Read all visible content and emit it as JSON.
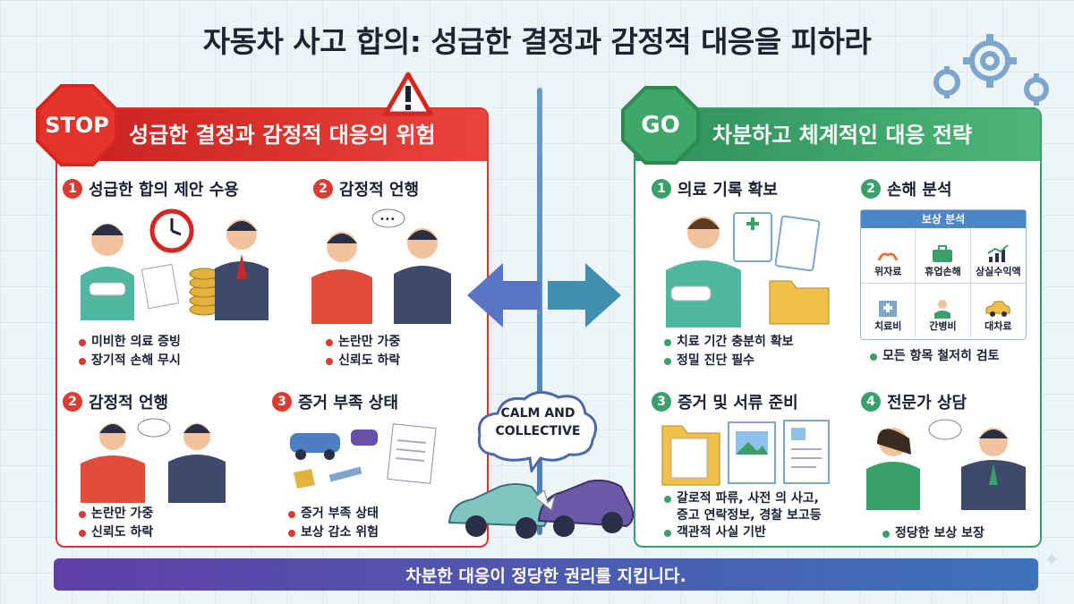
{
  "title": "자동차 사고 합의: 성급한 결정과 감정적 대응을 피하라",
  "left": {
    "badge": "STOP",
    "banner": "성급한 결정과 감정적 대응의 위험",
    "sections": [
      {
        "num": "1",
        "label": "성급한 합의 제안 수용",
        "bullets": [
          "미비한 의료 증빙",
          "장기적 손해 무시"
        ]
      },
      {
        "num": "2",
        "label": "감정적 언행",
        "bullets": [
          "논란만 가중",
          "신뢰도 하락"
        ]
      },
      {
        "num": "2",
        "label": "감정적 언행",
        "bullets": [
          "논란만 가중",
          "신뢰도 하락"
        ]
      },
      {
        "num": "3",
        "label": "증거 부족 상태",
        "bullets": [
          "증거 부족 상태",
          "보상 감소 위험"
        ]
      }
    ]
  },
  "center": {
    "cloud_line1": "CALM AND",
    "cloud_line2": "COLLECTIVE"
  },
  "right": {
    "badge": "GO",
    "banner": "차분하고 체계적인 대응 전략",
    "sections": [
      {
        "num": "1",
        "label": "의료 기록 확보",
        "bullets": [
          "치료 기간 충분히 확보",
          "정밀 진단 필수"
        ]
      },
      {
        "num": "2",
        "label": "손해 분석",
        "bullets": [
          "모든 항목 철저히 검토"
        ]
      },
      {
        "num": "3",
        "label": "증거 및 서류 준비",
        "bullets": [
          "갈로적 파류, 사전 의 사고,",
          "증고 연락정보, 경찰 보고등",
          "객관적 사실 기반"
        ]
      },
      {
        "num": "4",
        "label": "전문가 상담",
        "bullets": [
          "정당한 보상 보장"
        ]
      }
    ],
    "cost_table": {
      "title": "보상 분석",
      "items": [
        "위자료",
        "휴업손해",
        "상실수익액",
        "치료비",
        "간병비",
        "대차료"
      ]
    }
  },
  "footer": "차분한 대응이 정당한 권리를 지킵니다.",
  "colors": {
    "stop": "#d6261f",
    "go": "#3aa06a",
    "footer_start": "#5f3fa6",
    "footer_end": "#3d73b8"
  }
}
